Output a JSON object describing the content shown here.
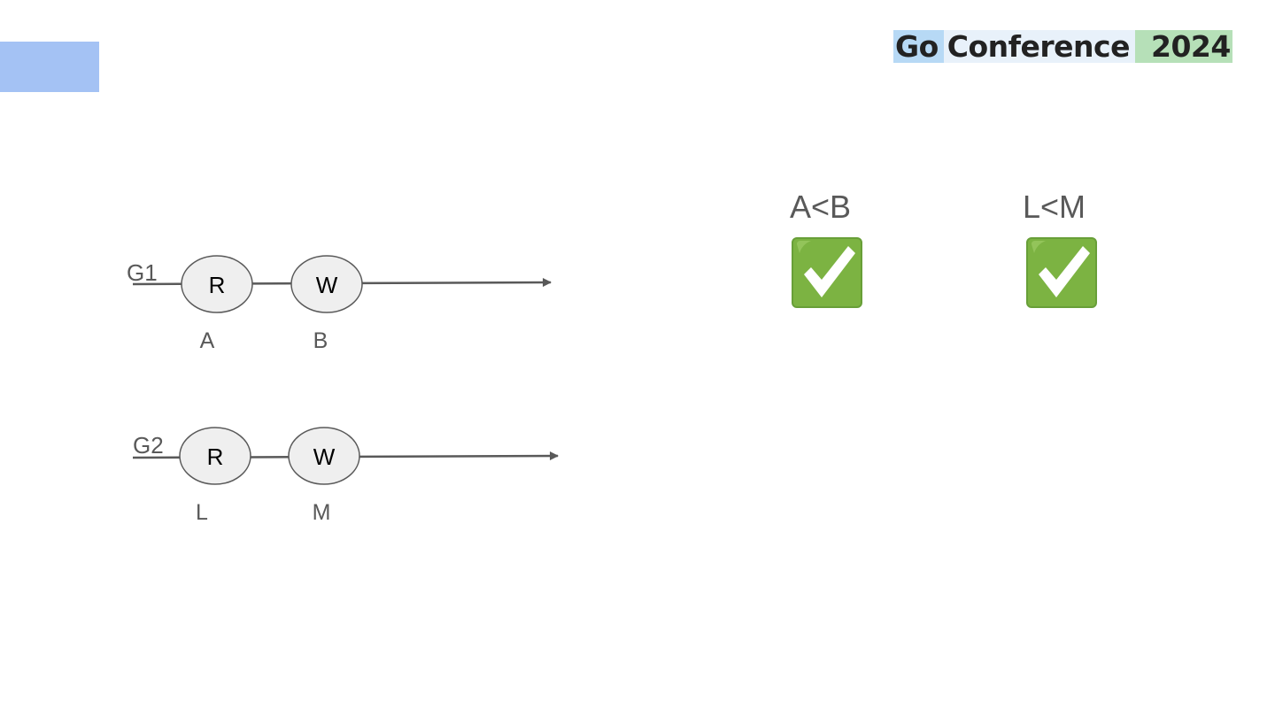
{
  "brand": {
    "part1": "Go",
    "part2": "Conference",
    "part3": "2024"
  },
  "timelines": [
    {
      "goroutine": "G1",
      "nodes": [
        {
          "op": "R",
          "label": "A"
        },
        {
          "op": "W",
          "label": "B"
        }
      ]
    },
    {
      "goroutine": "G2",
      "nodes": [
        {
          "op": "R",
          "label": "L"
        },
        {
          "op": "W",
          "label": "M"
        }
      ]
    }
  ],
  "conditions": [
    {
      "text": "A<B",
      "result": "check-mark-icon"
    },
    {
      "text": "L<M",
      "result": "check-mark-icon"
    }
  ],
  "colors": {
    "corner_block": "#a4c2f4",
    "node_fill": "#efefef",
    "line": "#595959",
    "check_green": "#7cb342"
  }
}
